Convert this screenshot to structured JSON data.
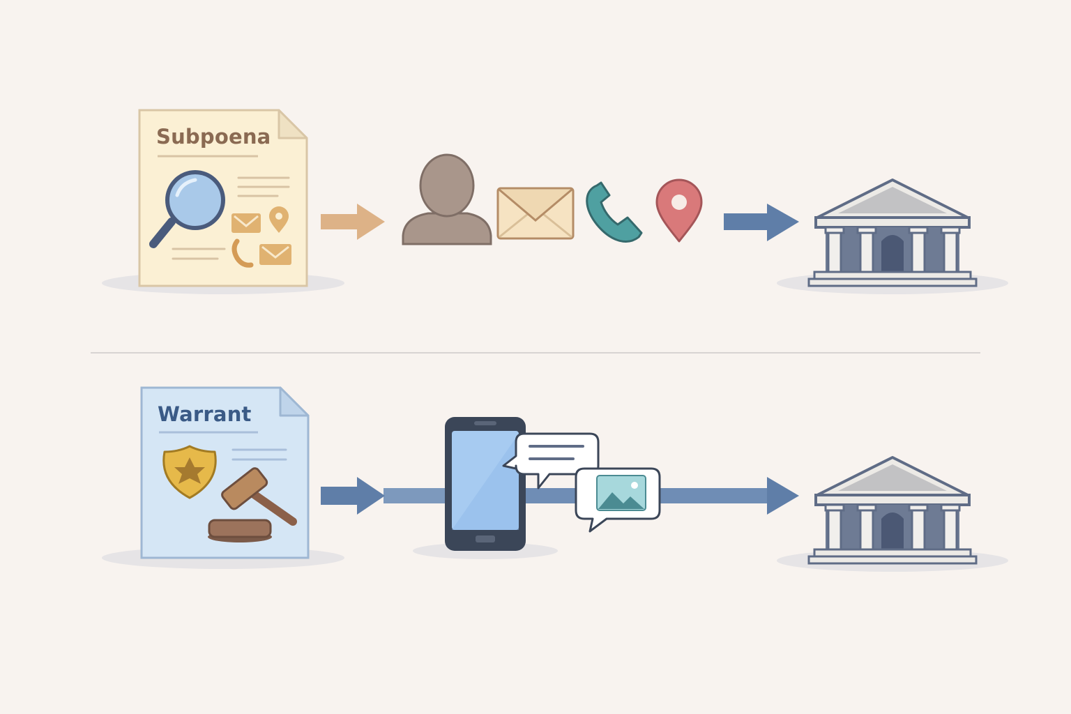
{
  "rows": [
    {
      "id": "subpoena",
      "document_label": "Subpoena",
      "document_color": "#fbf0d4",
      "title_color": "#8a6a52",
      "arrow_color": "#ddb287",
      "icons": [
        "person-icon",
        "envelope-icon",
        "phone-icon",
        "location-pin-icon"
      ],
      "destination": "bank-building-icon"
    },
    {
      "id": "warrant",
      "document_label": "Warrant",
      "document_color": "#d5e6f5",
      "title_color": "#3a5a86",
      "arrow_color": "#6a87ad",
      "icons": [
        "smartphone-icon",
        "chat-bubble-icon",
        "image-message-icon"
      ],
      "destination": "bank-building-icon"
    }
  ],
  "colors": {
    "background": "#f8f3ef",
    "divider": "#d8d4d2",
    "pillar_arrow": "#5f7ea8",
    "building_stone": "#eae8e5",
    "building_dark": "#6e7b94"
  }
}
